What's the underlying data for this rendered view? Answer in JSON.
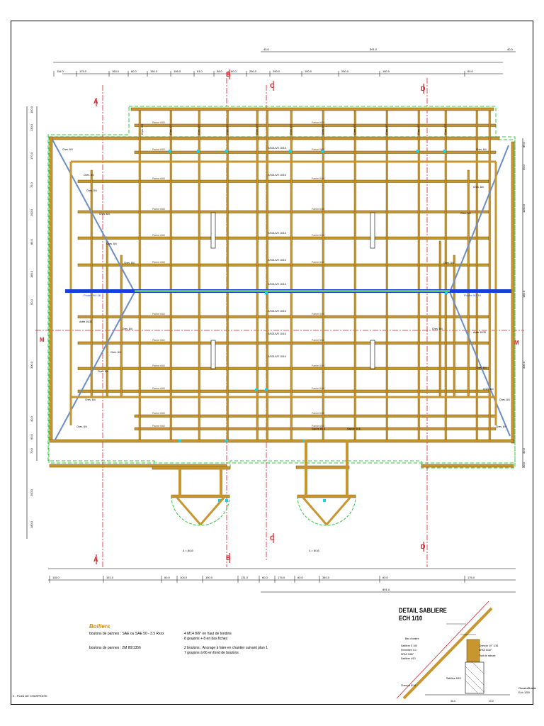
{
  "sheet": {
    "footer_left": "0 - PLAN DE CHARPENTE",
    "footer_right_line1": "Ossatu/Bastie",
    "footer_right_line2": "Ech 1/50"
  },
  "section_markers": {
    "A": "A",
    "B": "B",
    "C": "C",
    "D": "D",
    "right": "M",
    "left": "M"
  },
  "dimensions": {
    "top_overall": [
      "40.0",
      "591.0",
      "40.0"
    ],
    "top_row": [
      "116.0",
      "175.0",
      "160.0",
      "60.0",
      "150.0",
      "106.0",
      "61.0",
      "58.0",
      "60.0",
      "250.0",
      "250.0",
      "100.0",
      "250.0",
      "180.0",
      "60.0"
    ],
    "bottom_row": [
      "116.0",
      "151.0",
      "60.0",
      "104.0",
      "150.0",
      "131.0",
      "60.0",
      "175.0",
      "60.0",
      "340.0",
      "60.0",
      "176.0"
    ],
    "bottom_overall": [
      "891.0"
    ],
    "left_col": [
      "150.0",
      "130.0",
      "170.0",
      "75.0",
      "200.0",
      "85.0",
      "180.0",
      "50.0",
      "300.0",
      "40.0",
      "60.0",
      "70.0",
      "200.0",
      "180.0"
    ],
    "right_col": [
      "85.0",
      "30.0",
      "1100.0",
      "130.0",
      "300.0",
      "30.0",
      "30.0"
    ]
  },
  "beam_labels": {
    "panne": "Panne 6/60",
    "chevron": "Chev. 8/4",
    "arete": "Arête 10/32",
    "sabliere": "S/SOLIVE 10/16",
    "poutre": "Poutre 9/4 16",
    "sapine": "Sapine 8/16"
  },
  "notes": {
    "title": "Boiliers",
    "line1_left": "boulons de pannes : SAE ou SAE 50 - 3.5 Rxxx",
    "line1_right": "4 M14 8/6° en haut de tondins",
    "line1_right_b": "8 goujons + 8 en bas fiches",
    "line2_left": "boulons de pannes : 2M 80/1356",
    "line2_right": "2 boulons : Ancrage à faire en chantier suivant plan 1",
    "line2_right_b": "7 goujons à 66 en fond de boulons"
  },
  "detail": {
    "title_line1": "DETAIL SABLIERE",
    "title_line2": "ECH 1/10",
    "callouts": [
      "Chevron 10° 1/36",
      "Bec d'ombre",
      "Sablière S 100",
      "Fermettes 4.0",
      "SPAX 5/86°",
      "Sablière 4/10",
      "Chevron 8/16",
      "SPAX 6/16°",
      "Trait de rainure",
      "Sablière 5/16"
    ],
    "dims": [
      "30.0",
      "10.0"
    ]
  },
  "colors": {
    "beam": "#c8962e",
    "beam_dark": "#6b4a10",
    "axis": "#d8202a",
    "boundary": "#2ecc40",
    "water": "#1a3fd8",
    "diag": "#6a8fc8",
    "dim": "#000000"
  }
}
